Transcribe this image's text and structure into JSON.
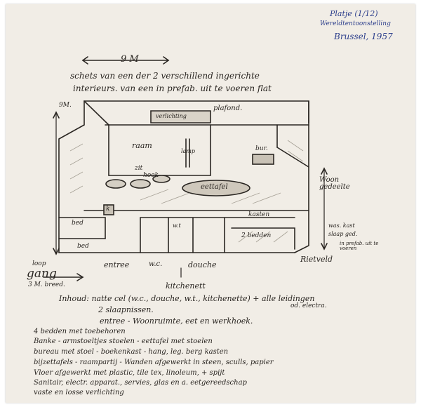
{
  "margin_note": {
    "line1": "Platje (1/12)",
    "line2": "Wereldtentoonstelling",
    "line3": "Brussel, 1957"
  },
  "top": {
    "dimension": "9 M",
    "caption1": "schets van een der 2 verschillend ingerichte",
    "caption2": "interieurs. van een in prefab. uit te voeren flat"
  },
  "plan_labels": {
    "height_mark": "9M.",
    "verlichting": "verlichting",
    "plafond": "plafond.",
    "raam": "raam",
    "lamp": "lamp",
    "bur": "bur.",
    "woongedeelte": "Woon gedeelte",
    "zit": "zit",
    "hoek": "hoek",
    "eettafel": "eettafel",
    "k": "k",
    "bed_upper": "bed",
    "kasten": "kasten",
    "wt": "w.t",
    "bed_lower": "bed",
    "twee_bedden": "2 bedden",
    "waskast": "was. kast",
    "slaapged": "slaap ged.",
    "prefab_note": "in prefab. uit te voeren",
    "entree": "entree",
    "wc": "w.c.",
    "douche": "douche",
    "kitchenette": "kitchenett",
    "signature": "Rietveld"
  },
  "gang": {
    "loop": "loop",
    "gang": "gang",
    "breed": "3 M. breed."
  },
  "inhoud": {
    "line1": "Inhoud: natte cel (w.c., douche, w.t., kitchenette) + alle leidingen",
    "line1b": "od. electra.",
    "line2": "2 slaapnissen.",
    "line3": "entree - Woonruimte, eet en werkhoek.",
    "line4": "4 bedden met toebehoren",
    "line5": "Banke - armstoeltjes stoelen - eettafel met stoelen",
    "line6": "bureau met stoel - boekenkast - hang, leg. berg kasten",
    "line7": "bijzettafels - raampartij - Wanden afgewerkt in steen, sculls, papier",
    "line8": "Vloer afgewerkt met plastic, tile tex, linoleum, + spijt",
    "line9": "Sanitair, electr. apparat., servies, glas en a. eetgereedschap",
    "line10": "vaste en losse verlichting"
  }
}
